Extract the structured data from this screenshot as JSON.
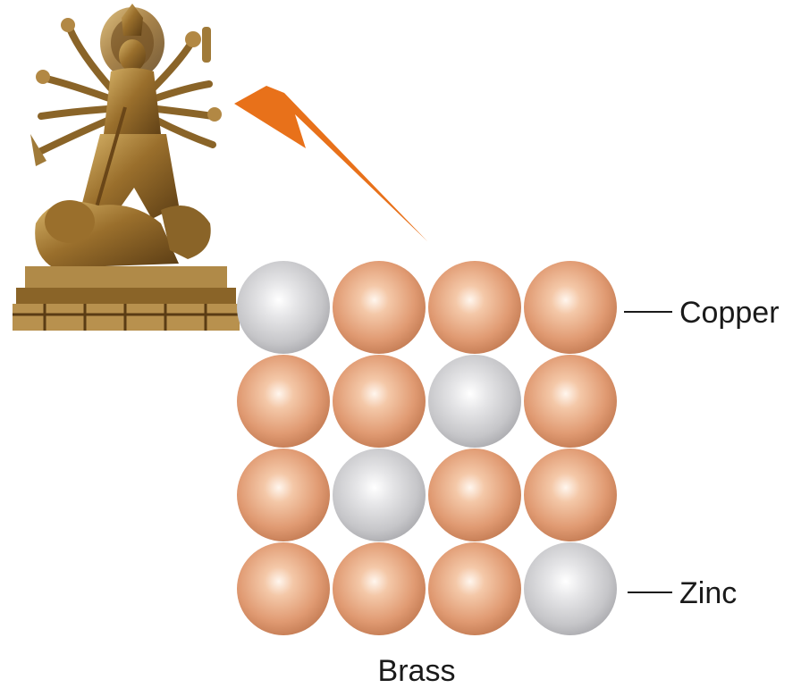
{
  "figure": {
    "caption": "Brass",
    "labels": {
      "copper": "Copper",
      "zinc": "Zinc"
    },
    "lattice": [
      [
        "zinc",
        "copper",
        "copper",
        "copper"
      ],
      [
        "copper",
        "copper",
        "zinc",
        "copper"
      ],
      [
        "copper",
        "zinc",
        "copper",
        "copper"
      ],
      [
        "copper",
        "copper",
        "copper",
        "zinc"
      ]
    ],
    "colors": {
      "copper": "#e2a07c",
      "zinc": "#cfcfd1",
      "arrow": "#e8711a",
      "statue": "#8a6428"
    },
    "illustration": "brass-statue-image"
  }
}
